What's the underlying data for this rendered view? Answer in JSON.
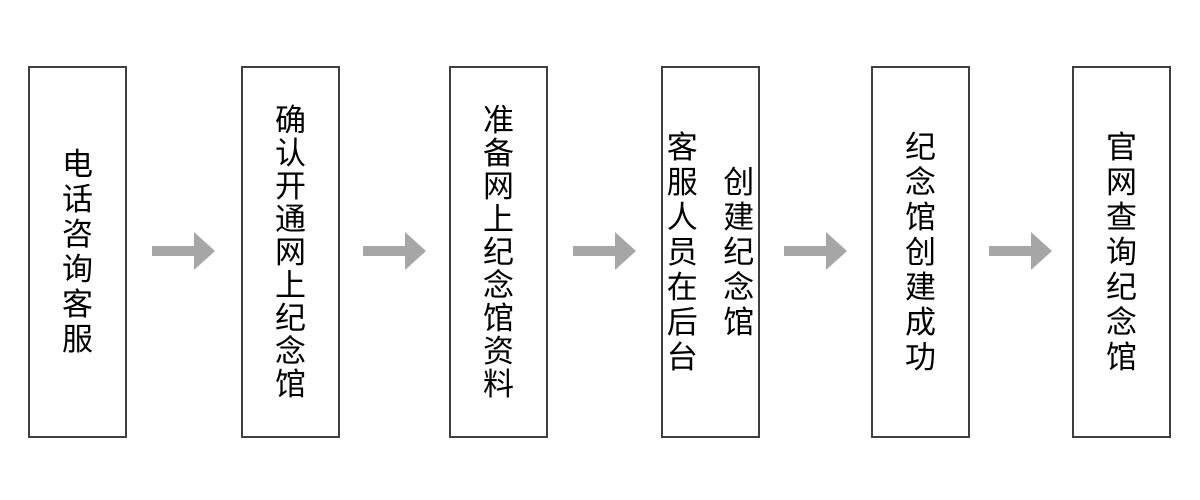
{
  "diagram": {
    "type": "flowchart",
    "direction": "left-to-right",
    "steps": [
      {
        "lines": [
          "电话咨询客服"
        ]
      },
      {
        "lines": [
          "确认开通网上纪念馆"
        ]
      },
      {
        "lines": [
          "准备网上纪念馆资料"
        ]
      },
      {
        "lines": [
          "客服人员在后台",
          "创建纪念馆"
        ]
      },
      {
        "lines": [
          "纪念馆创建成功"
        ]
      },
      {
        "lines": [
          "官网查询纪念馆"
        ]
      }
    ],
    "connector": {
      "glyph": "block-arrow-right",
      "color": "#a6a6a6"
    },
    "colors": {
      "background": "#ffffff",
      "box_fill": "#ffffff",
      "box_border": "#404040",
      "text": "#000000"
    }
  }
}
